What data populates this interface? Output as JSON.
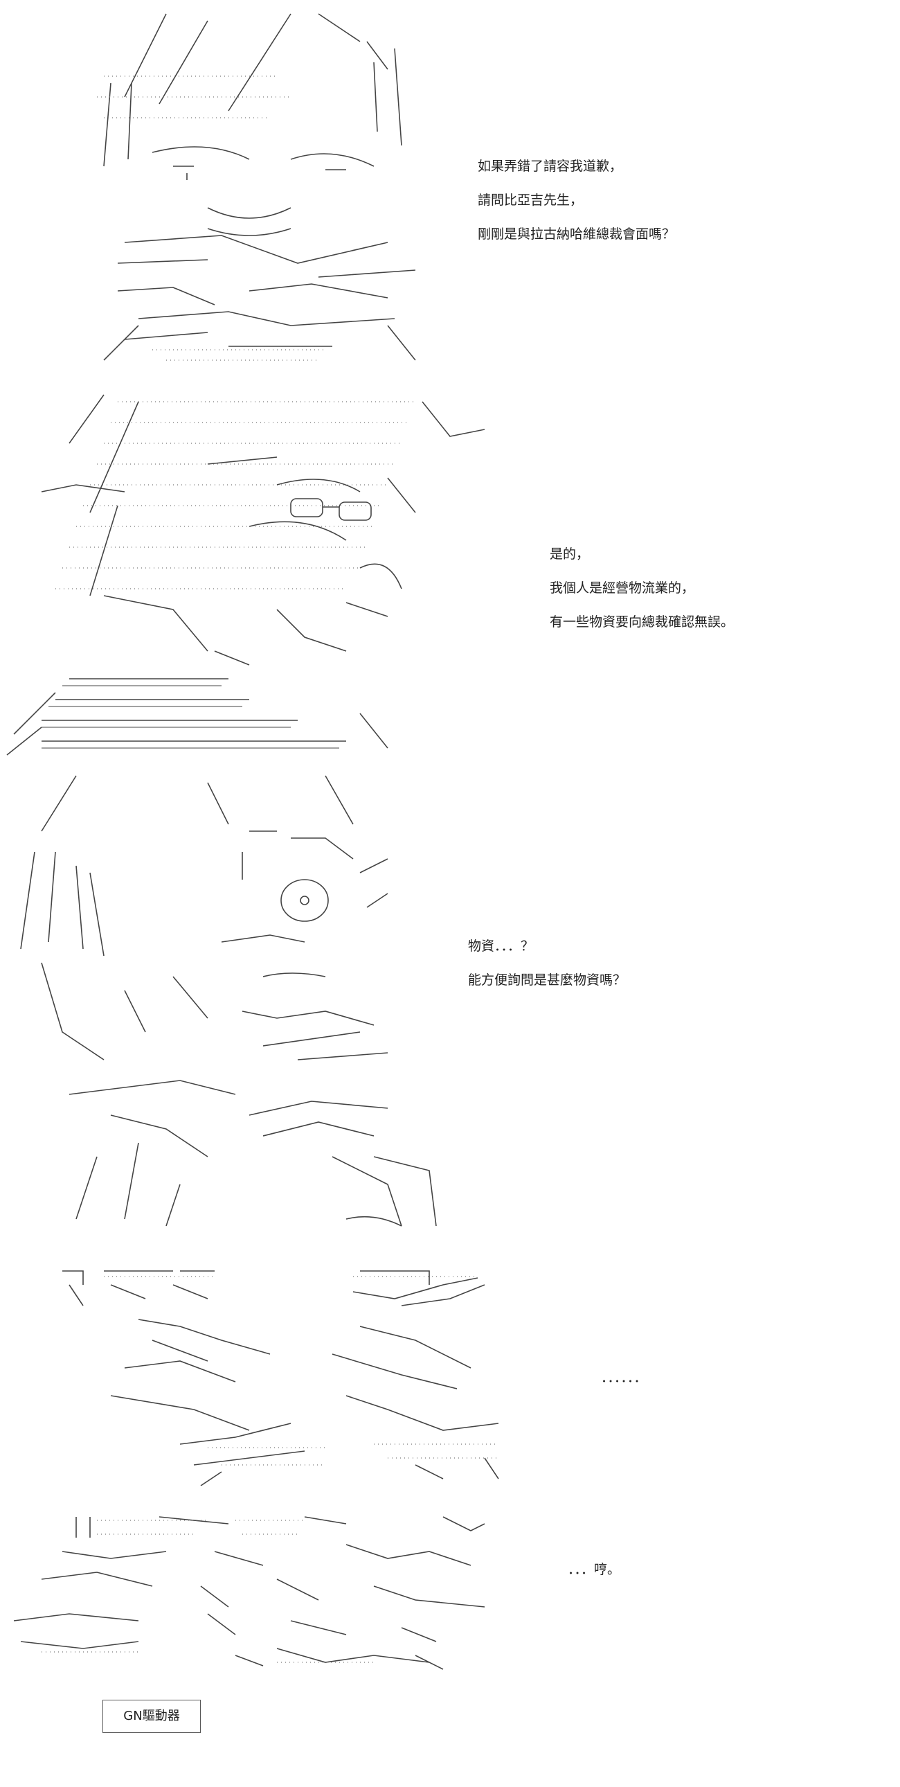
{
  "panels": [
    {
      "lines": [
        "如果弄錯了請容我道歉，",
        "請問比亞吉先生，",
        "剛剛是與拉古納哈維總裁會面嗎？"
      ]
    },
    {
      "lines": [
        "是的，",
        "我個人是經營物流業的，",
        "有一些物資要向總裁確認無誤。"
      ]
    },
    {
      "lines": [
        "物資．．．？",
        "能方便詢問是甚麼物資嗎？"
      ]
    },
    {
      "lines": [
        "．．．．．．"
      ]
    },
    {
      "lines": [
        "．．．哼。"
      ]
    }
  ],
  "caption": "GN驅動器",
  "icons": {
    "panel1": "ascii-art-girl-headband",
    "panel2": "ascii-art-man-glasses",
    "panel3": "ascii-art-girl-surprised",
    "panel4": "ascii-art-eyes-closeup",
    "panel5": "ascii-art-sulking-face"
  }
}
